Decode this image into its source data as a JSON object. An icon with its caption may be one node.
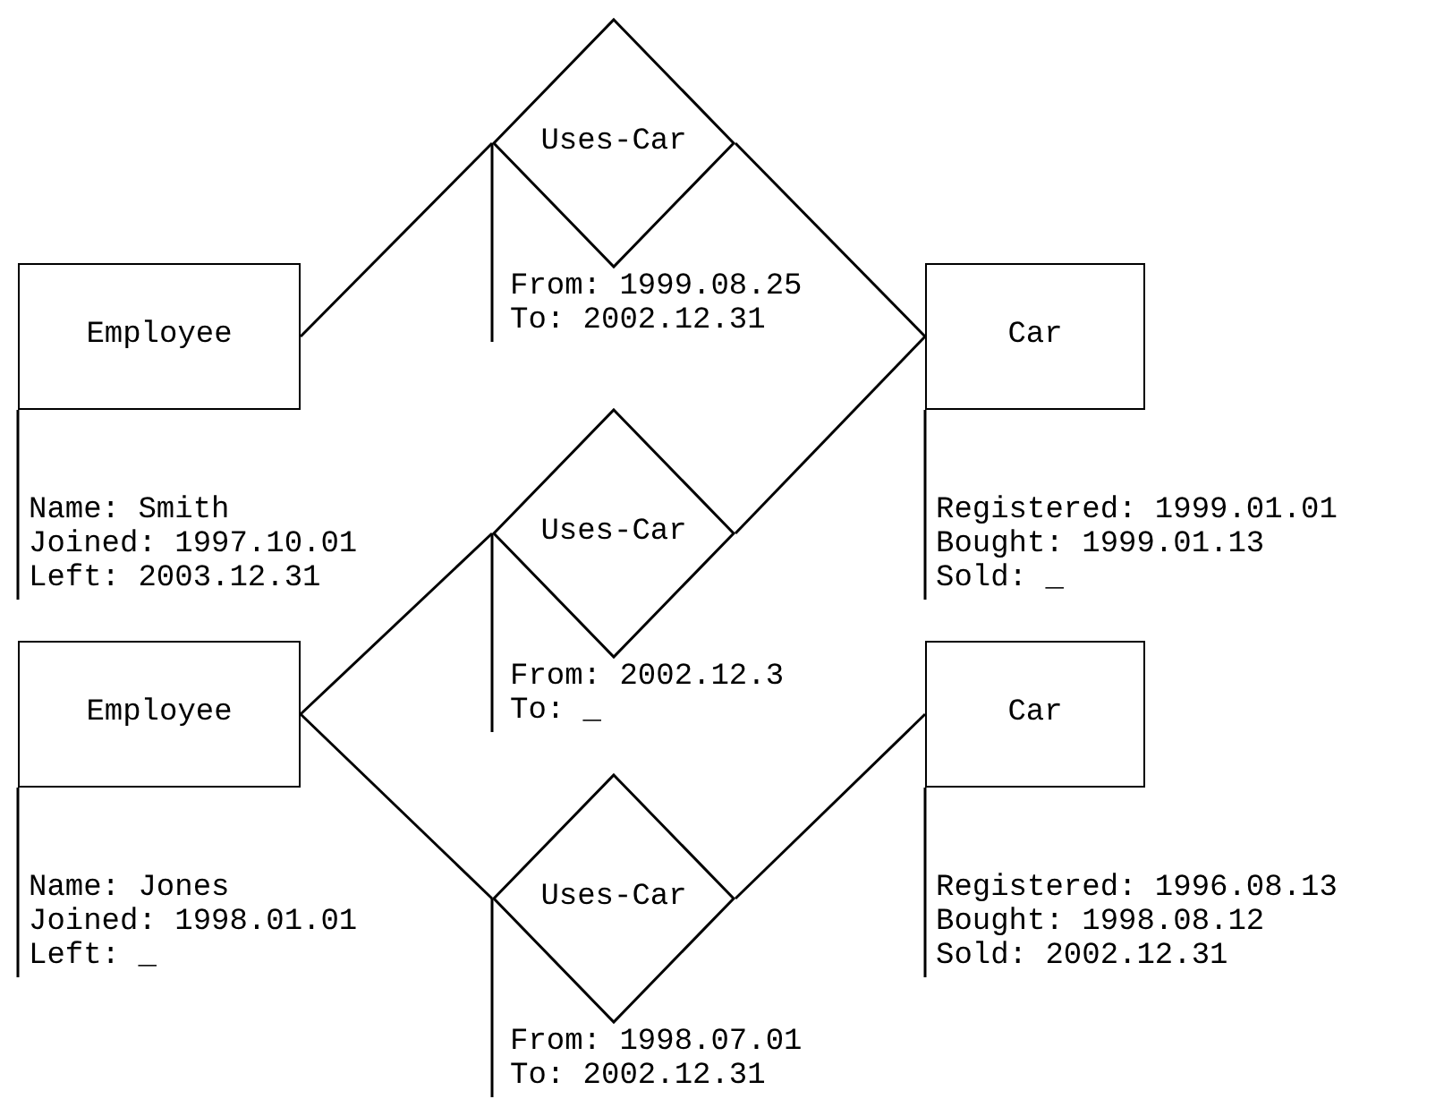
{
  "diagram": {
    "nodes": [
      {
        "text": [
          "Employee"
        ],
        "beside": [
          "Name: Smith",
          "Joined: 1997.10.01",
          "Left: 2003.12.31"
        ]
      },
      {
        "text": [
          "Uses-Car"
        ],
        "beside": [
          "From: 1999.08.25",
          "To: 2002.12.31"
        ]
      },
      {
        "text": [
          "Car"
        ],
        "beside": [
          "Registered: 1999.01.01",
          "Bought: 1999.01.13",
          "Sold: _"
        ]
      },
      {
        "text": [
          "Employee"
        ],
        "beside": [
          "Name: Jones",
          "Joined: 1998.01.01",
          "Left: _"
        ]
      },
      {
        "text": [
          "Uses-Car"
        ],
        "beside": [
          "From: 2002.12.3",
          "To: _"
        ]
      },
      {
        "text": [
          "Car"
        ],
        "beside": [
          "Registered: 1996.08.13",
          "Bought: 1998.08.12",
          "Sold: 2002.12.31"
        ]
      },
      {
        "text": [
          "Uses-Car"
        ],
        "beside": [
          "From: 1998.07.01",
          "To: 2002.12.31"
        ]
      }
    ],
    "edges": [
      {
        "from": 0,
        "to": 1,
        "arrow": "none"
      },
      {
        "from": 1,
        "to": 2,
        "arrow": "none"
      },
      {
        "from": 3,
        "to": 4,
        "arrow": "none"
      },
      {
        "from": 4,
        "to": 2,
        "arrow": "none"
      },
      {
        "from": 3,
        "to": 6,
        "arrow": "none"
      },
      {
        "from": 6,
        "to": 5,
        "arrow": "none"
      }
    ]
  }
}
